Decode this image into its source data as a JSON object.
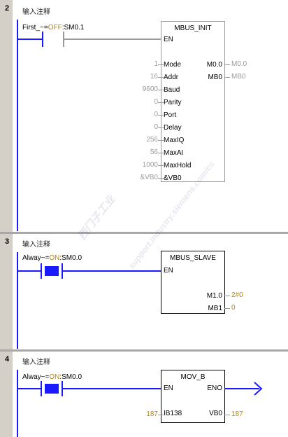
{
  "networks": [
    {
      "number": "2",
      "comment": "输入注释",
      "contact": {
        "prefix": "First_~=",
        "state": "OFF",
        "suffix": ":SM0.1"
      },
      "block": {
        "title": "MBUS_INIT",
        "enable": "EN",
        "inputs": [
          {
            "value": "1",
            "pin": "Mode"
          },
          {
            "value": "16",
            "pin": "Addr"
          },
          {
            "value": "9600",
            "pin": "Baud"
          },
          {
            "value": "0",
            "pin": "Parity"
          },
          {
            "value": "0",
            "pin": "Port"
          },
          {
            "value": "0",
            "pin": "Delay"
          },
          {
            "value": "256",
            "pin": "MaxIQ"
          },
          {
            "value": "56",
            "pin": "MaxAI"
          },
          {
            "value": "1000",
            "pin": "MaxHold"
          },
          {
            "value": "&VB0",
            "pin": "&VB0"
          }
        ],
        "outputs": [
          {
            "pin": "M0.0",
            "value": "M0.0"
          },
          {
            "pin": "MB0",
            "value": "MB0"
          }
        ]
      }
    },
    {
      "number": "3",
      "comment": "输入注释",
      "contact": {
        "prefix": "Alway~=",
        "state": "ON",
        "suffix": ":SM0.0"
      },
      "block": {
        "title": "MBUS_SLAVE",
        "enable": "EN",
        "outputs": [
          {
            "pin": "M1.0",
            "value": "2#0"
          },
          {
            "pin": "MB1",
            "value": "0"
          }
        ]
      }
    },
    {
      "number": "4",
      "comment": "输入注释",
      "contact": {
        "prefix": "Alway~=",
        "state": "ON",
        "suffix": ":SM0.0"
      },
      "block": {
        "title": "MOV_B",
        "enable": "EN",
        "eno": "ENO",
        "input": {
          "value": "187",
          "pin": "IB138"
        },
        "output": {
          "pin": "VB0",
          "value": "187"
        }
      }
    }
  ],
  "watermark": {
    "text1": "西门子工业",
    "text2": "support.industry.siemens.com/cs"
  }
}
